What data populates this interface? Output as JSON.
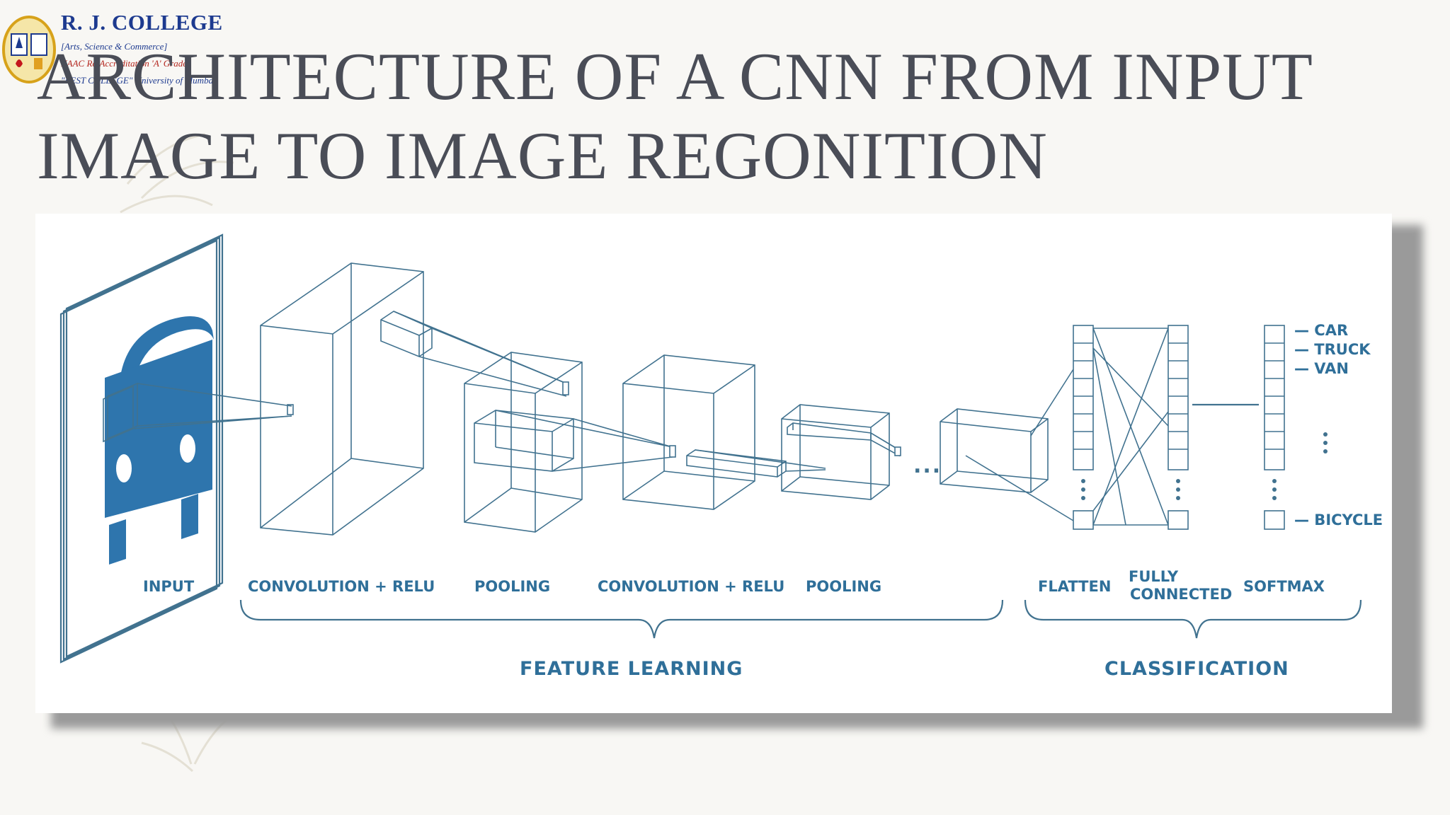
{
  "logo": {
    "name": "R. J. COLLEGE",
    "line1": "[Arts, Science & Commerce]",
    "line2": "NAAC Re-Accreditation 'A' Grade",
    "line3": "\"BEST COLLEGE\" University of Mumbai"
  },
  "slide": {
    "title": "ARCHITECTURE OF A CNN FROM INPUT IMAGE TO IMAGE REGONITION"
  },
  "diagram": {
    "stage_labels": {
      "input": "INPUT",
      "conv1": "CONVOLUTION + RELU",
      "pool1": "POOLING",
      "conv2": "CONVOLUTION + RELU",
      "pool2": "POOLING",
      "flatten": "FLATTEN",
      "fully_connected_1": "FULLY",
      "fully_connected_2": "CONNECTED",
      "softmax": "SOFTMAX"
    },
    "group_labels": {
      "feature_learning": "FEATURE LEARNING",
      "classification": "CLASSIFICATION"
    },
    "output_classes": {
      "car": "— CAR",
      "truck": "— TRUCK",
      "van": "— VAN",
      "bicycle": "— BICYCLE"
    },
    "ellipsis": "...",
    "colors": {
      "line": "#41728f",
      "car": "#2e75ad",
      "label": "#2f6f99"
    }
  }
}
